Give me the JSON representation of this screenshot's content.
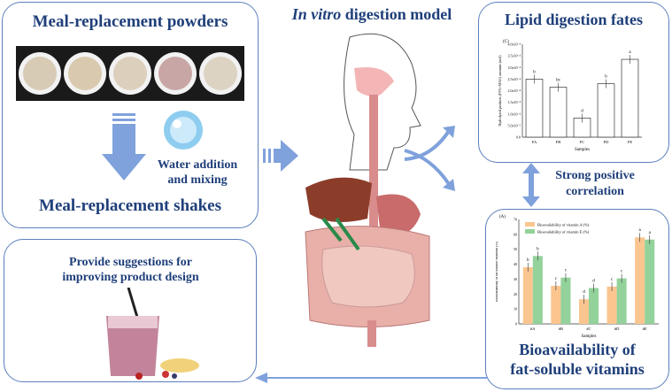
{
  "left_top": {
    "title": "Meal-replacement powders",
    "step": "Water addition and mixing",
    "result": "Meal-replacement shakes"
  },
  "left_bottom": {
    "title": "Provide suggestions for improving product design"
  },
  "center": {
    "title_italic": "In vitro",
    "title_rest": " digestion model"
  },
  "right_top": {
    "title": "Lipid digestion fates"
  },
  "correlation": "Strong positive correlation",
  "right_bottom": {
    "title_line1": "Bioavailability of",
    "title_line2": "fat-soluble vitamins"
  },
  "colors": {
    "border": "#5b7fbd",
    "title": "#1f3f7a",
    "arrow": "#7fa1dc",
    "vitA": "#fbc58f",
    "vitE": "#93d29a"
  },
  "chart_data": [
    {
      "type": "bar",
      "panel": "(C)",
      "categories": [
        "FA",
        "FB",
        "FC",
        "FD",
        "FE"
      ],
      "values": [
        2.5,
        2.15,
        0.82,
        2.3,
        3.35
      ],
      "letters": [
        "b",
        "bc",
        "d",
        "b",
        "a"
      ],
      "xlabel": "Samples",
      "ylabel": "Hydrolysed products (FFA+MAG) amounts (mol)",
      "ylim": [
        0,
        4.0
      ],
      "yticks": [
        "0.0",
        "5.0x10⁻⁵",
        "1.0x10⁻⁴",
        "1.5x10⁻⁴",
        "2.0x10⁻⁴",
        "2.5x10⁻⁴",
        "3.0x10⁻⁴",
        "3.5x10⁻⁴",
        "4.0x10⁻⁴"
      ]
    },
    {
      "type": "bar",
      "panel": "(A)",
      "categories": [
        "#A",
        "#B",
        "#C",
        "#D",
        "#E"
      ],
      "series": [
        {
          "name": "Bioavailability of vitamin A (%)",
          "values": [
            38,
            25.5,
            16.5,
            25,
            58
          ],
          "letters": [
            "b",
            "c",
            "d",
            "c",
            "a"
          ]
        },
        {
          "name": "Bioavailability of vitamin E (%)",
          "values": [
            45.5,
            31,
            24,
            30.5,
            56.5
          ],
          "letters": [
            "b",
            "c",
            "d",
            "c",
            "a"
          ]
        }
      ],
      "xlabel": "Samples",
      "ylabel": "Bioavailability of fat-soluble vitamins (%)",
      "ylim": [
        0,
        70
      ],
      "yticks": [
        "0",
        "10",
        "20",
        "30",
        "40",
        "50",
        "60",
        "70"
      ]
    }
  ]
}
